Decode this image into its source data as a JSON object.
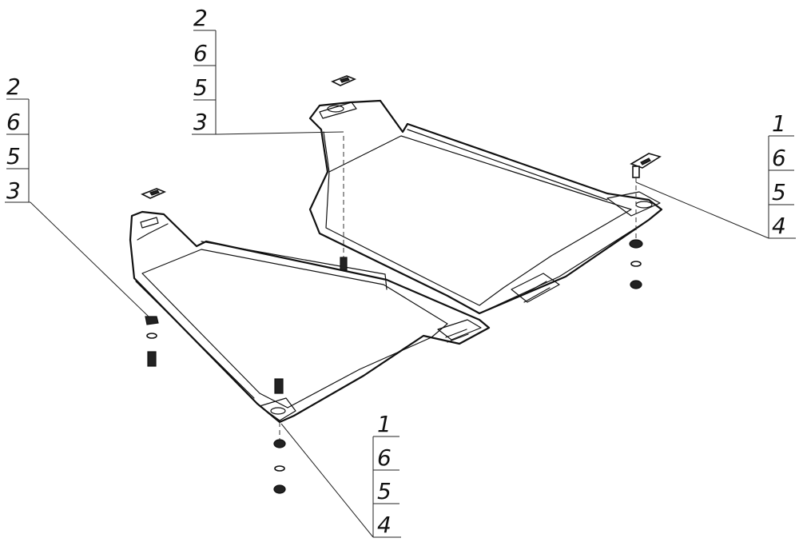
{
  "callouts": [
    {
      "id": "upper-left",
      "numbers": [
        "2",
        "6",
        "5",
        "3"
      ]
    },
    {
      "id": "upper-middle",
      "numbers": [
        "2",
        "6",
        "5",
        "3"
      ]
    },
    {
      "id": "right",
      "numbers": [
        "1",
        "6",
        "5",
        "4"
      ]
    },
    {
      "id": "bottom",
      "numbers": [
        "1",
        "6",
        "5",
        "4"
      ]
    }
  ]
}
